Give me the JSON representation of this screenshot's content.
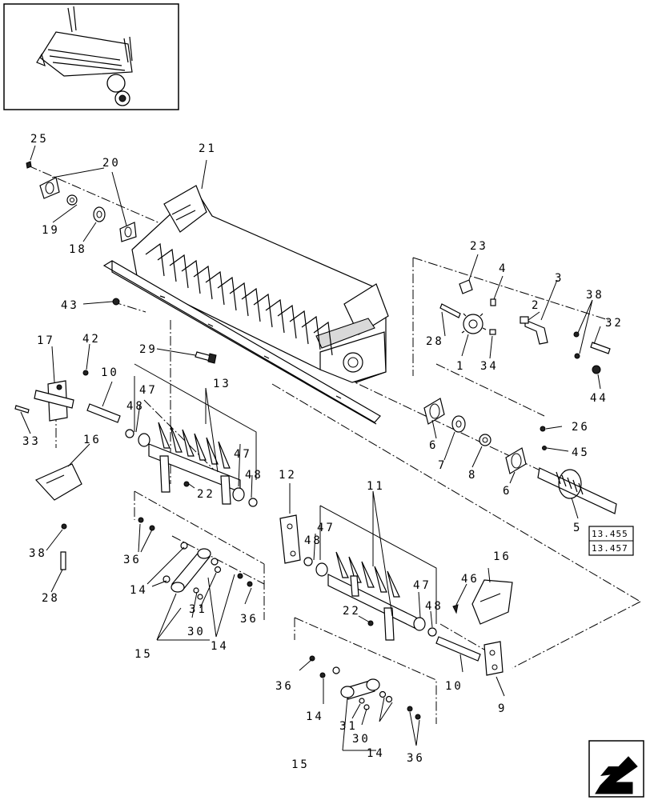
{
  "callouts": {
    "c1": "1",
    "c2": "2",
    "c3": "3",
    "c4": "4",
    "c5": "5",
    "c6a": "6",
    "c6b": "6",
    "c7": "7",
    "c8": "8",
    "c9": "9",
    "c10a": "10",
    "c10b": "10",
    "c11": "11",
    "c12": "12",
    "c13": "13",
    "c14a": "14",
    "c14b": "14",
    "c14c": "14",
    "c14d": "14",
    "c15a": "15",
    "c15b": "15",
    "c16a": "16",
    "c16b": "16",
    "c17": "17",
    "c18": "18",
    "c19": "19",
    "c20": "20",
    "c21": "21",
    "c22a": "22",
    "c22b": "22",
    "c23": "23",
    "c25": "25",
    "c26": "26",
    "c28a": "28",
    "c28b": "28",
    "c29": "29",
    "c30a": "30",
    "c30b": "30",
    "c31a": "31",
    "c31b": "31",
    "c32": "32",
    "c33": "33",
    "c34": "34",
    "c36a": "36",
    "c36b": "36",
    "c36c": "36",
    "c36d": "36",
    "c38a": "38",
    "c38b": "38",
    "c42": "42",
    "c43": "43",
    "c44": "44",
    "c45": "45",
    "c46": "46",
    "c47a": "47",
    "c47b": "47",
    "c47c": "47",
    "c47d": "47",
    "c48a": "48",
    "c48b": "48",
    "c48c": "48",
    "c48d": "48"
  },
  "references": {
    "ref1": "13.455",
    "ref2": "13.457"
  },
  "icons": {
    "thumbnail": "baler-thumbnail-icon",
    "nav": "next-page-arrow-icon"
  }
}
